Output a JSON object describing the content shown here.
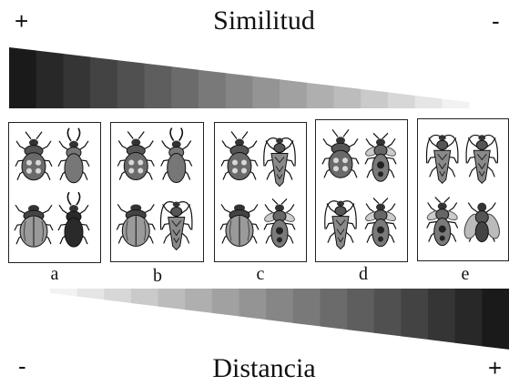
{
  "top": {
    "plus": "+",
    "title": "Similitud",
    "minus": "-"
  },
  "bottom": {
    "minus": "-",
    "title": "Distancia",
    "plus": "+"
  },
  "ramp": {
    "steps": 17,
    "dark": "#1a1a1a",
    "light": "#f2f2f2"
  },
  "panels": [
    {
      "label": "a",
      "insects": [
        "beetle",
        "stag",
        "scarab",
        "stag-dark"
      ]
    },
    {
      "label": "b",
      "insects": [
        "beetle",
        "stag",
        "scarab",
        "longhorn"
      ]
    },
    {
      "label": "c",
      "insects": [
        "beetle",
        "longhorn",
        "scarab",
        "wasp"
      ]
    },
    {
      "label": "d",
      "insects": [
        "beetle",
        "wasp",
        "longhorn",
        "wasp"
      ]
    },
    {
      "label": "e",
      "insects": [
        "longhorn",
        "longhorn",
        "wasp",
        "fly"
      ]
    }
  ]
}
